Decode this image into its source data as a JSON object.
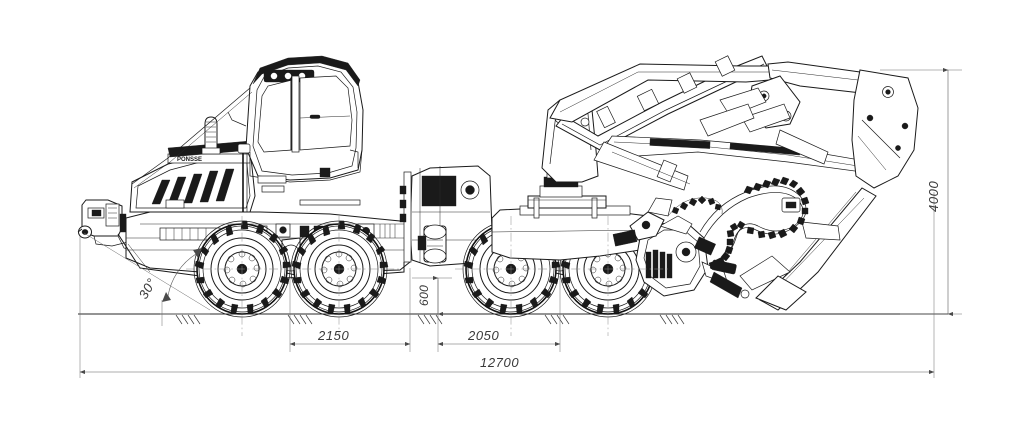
{
  "drawing": {
    "title": "Forestry Harvester Side Elevation",
    "subject": "tracked-wheel forestry harvester with crane boom and harvester head",
    "view": "side elevation",
    "units": "mm",
    "background_color": "#ffffff",
    "line_color": "#1a1a1a",
    "dimension_color": "#3a3a3a"
  },
  "dimensions": {
    "overall_length": {
      "label": "12700",
      "name": "overall-length",
      "orientation": "horizontal",
      "position": "bottom"
    },
    "overall_height": {
      "label": "4000",
      "name": "overall-height",
      "orientation": "vertical",
      "position": "right"
    },
    "front_bogie_wheelbase": {
      "label": "2150",
      "name": "front-bogie-wheelbase",
      "orientation": "horizontal",
      "position": "bottom"
    },
    "rear_bogie_wheelbase": {
      "label": "2050",
      "name": "rear-bogie-wheelbase",
      "orientation": "horizontal",
      "position": "bottom"
    },
    "ground_clearance": {
      "label": "600",
      "name": "ground-clearance",
      "orientation": "vertical",
      "position": "center"
    },
    "approach_angle": {
      "label": "30°",
      "name": "approach-angle",
      "orientation": "rotated",
      "position": "front-lower-left"
    }
  },
  "machine": {
    "hood_logo": "PONSSE",
    "components": [
      {
        "name": "operator-cab",
        "label": "Operator cab"
      },
      {
        "name": "engine-hood",
        "label": "Engine hood"
      },
      {
        "name": "exhaust-stack",
        "label": "Exhaust stack"
      },
      {
        "name": "front-bumper",
        "label": "Front bumper / hitch"
      },
      {
        "name": "front-bogie-wheels",
        "label": "Front bogie wheels with track chains"
      },
      {
        "name": "rear-bogie-wheels",
        "label": "Rear bogie wheels with track chains"
      },
      {
        "name": "articulation-joint",
        "label": "Articulation joint"
      },
      {
        "name": "crane-pedestal",
        "label": "Crane slewing pedestal"
      },
      {
        "name": "crane-main-boom",
        "label": "Crane main boom"
      },
      {
        "name": "crane-outer-boom",
        "label": "Crane outer boom"
      },
      {
        "name": "telescopic-extension",
        "label": "Telescopic extension"
      },
      {
        "name": "hydraulic-cylinders",
        "label": "Hydraulic cylinders"
      },
      {
        "name": "hydraulic-hoses",
        "label": "Coiled hydraulic hoses"
      },
      {
        "name": "harvester-head",
        "label": "Harvester head"
      },
      {
        "name": "rotator-link",
        "label": "Rotator and link"
      },
      {
        "name": "ground-line",
        "label": "Ground reference line"
      }
    ]
  }
}
